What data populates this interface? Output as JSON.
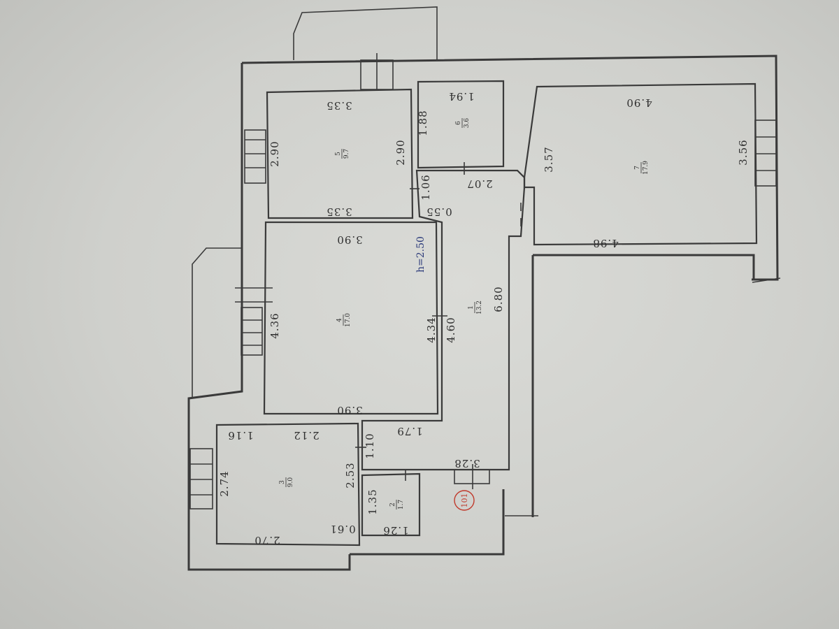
{
  "rooms": [
    {
      "id": "r1",
      "number": "1",
      "area": "13.2"
    },
    {
      "id": "r2",
      "number": "2",
      "area": "1.7"
    },
    {
      "id": "r3",
      "number": "3",
      "area": "9.0"
    },
    {
      "id": "r4",
      "number": "4",
      "area": "17.0"
    },
    {
      "id": "r5",
      "number": "5",
      "area": "9.7"
    },
    {
      "id": "r6",
      "number": "6",
      "area": "3.6"
    },
    {
      "id": "r7",
      "number": "7",
      "area": "17.9"
    }
  ],
  "dimensions": {
    "r5_top": "3.35",
    "r5_bottom": "3.35",
    "r5_left": "2.90",
    "r5_right": "2.90",
    "r6_top": "1.94",
    "r6_left": "1.88",
    "r7_top": "4.90",
    "r7_bottom": "4.98",
    "r7_left": "3.57",
    "r7_right": "3.56",
    "r4_top": "3.90",
    "r4_bottom": "3.90",
    "r4_left": "4.36",
    "r4_right": "4.34",
    "hall_a": "1.06",
    "hall_b": "0.55",
    "hall_c": "2.07",
    "hall_d": "4.60",
    "hall_e": "6.80",
    "hall_f": "1.79",
    "hall_g": "1.10",
    "hall_h": "3.28",
    "r3_top_a": "1.16",
    "r3_top_b": "2.12",
    "r3_left": "2.74",
    "r3_right": "2.53",
    "r3_bottom": "2.70",
    "r3_notch": "0.61",
    "r2_left": "1.35",
    "r2_bottom": "1.26"
  },
  "ceiling_height": "h=2.50",
  "stamp": "101",
  "colors": {
    "line": "#3a3a3a",
    "paper": "#d4d5d1",
    "height_ink": "#2b3a7a",
    "stamp": "#c0392b"
  }
}
